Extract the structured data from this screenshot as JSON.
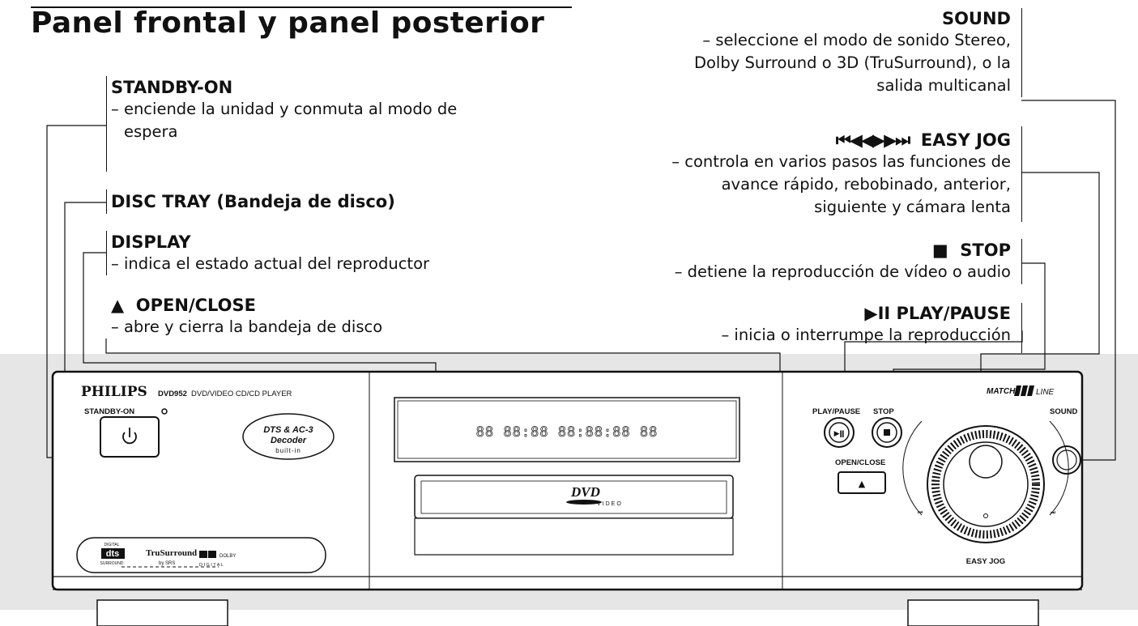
{
  "page": {
    "title": "Panel frontal y panel posterior"
  },
  "left_items": [
    {
      "heading": "STANDBY-ON",
      "desc_lines": [
        "– enciende la unidad y conmuta al modo de",
        "espera"
      ]
    },
    {
      "heading": "DISC TRAY (Bandeja de disco)",
      "desc_lines": []
    },
    {
      "heading": "DISPLAY",
      "desc_lines": [
        "– indica el estado actual del reproductor"
      ]
    },
    {
      "icon": "eject-icon",
      "icon_glyph": "▲",
      "heading": "OPEN/CLOSE",
      "desc_lines": [
        "– abre y cierra la bandeja de disco"
      ]
    }
  ],
  "right_items": [
    {
      "heading": "SOUND",
      "desc_lines": [
        "– seleccione el modo de sonido Stereo,",
        "Dolby Surround o 3D (TruSurround), o la",
        "salida multicanal"
      ]
    },
    {
      "icon": "skip-search-icon",
      "icon_glyph": "⏮◀◀▶▶⏭",
      "heading": "EASY JOG",
      "desc_lines": [
        "– controla en varios pasos las funciones de",
        "avance rápido, rebobinado, anterior,",
        "siguiente y cámara lenta"
      ]
    },
    {
      "icon": "stop-icon",
      "icon_glyph": "■",
      "heading": "STOP",
      "desc_lines": [
        "– detiene la reproducción de vídeo o audio"
      ]
    },
    {
      "icon": "play-pause-icon",
      "icon_glyph": "▶II",
      "heading": "PLAY/PAUSE",
      "desc_lines": [
        "– inicia o interrumpe la reproducción"
      ]
    }
  ],
  "device": {
    "brand": "PHILIPS",
    "model": "DVD952",
    "model_desc": "DVD/VIDEO CD/CD PLAYER",
    "standby_label": "STANDBY-ON",
    "decoder_badge_line1": "DTS & AC-3",
    "decoder_badge_line2": "Decoder",
    "decoder_badge_line3": "built-in",
    "logo_dts_top": "DIGITAL",
    "logo_dts": "dts",
    "logo_dts_bottom": "SURROUND",
    "logo_trusurround": "TruSurround",
    "logo_srs": "by SRS",
    "logo_dolby": "DOLBY",
    "logo_dolby_sub": "DIGITAL",
    "display_segments": "88 88:88 88:88:88 88",
    "dvd_logo": "DVD",
    "dvd_video": "VIDEO",
    "play_pause_label": "PLAY/PAUSE",
    "stop_label": "STOP",
    "open_close_label": "OPEN/CLOSE",
    "matchline": "MATCH",
    "matchline_suffix": "LINE",
    "sound_label": "SOUND",
    "easy_jog_label": "EASY JOG"
  },
  "colors": {
    "ink": "#111111",
    "band": "#e6e6e6",
    "panel": "#ffffff"
  }
}
